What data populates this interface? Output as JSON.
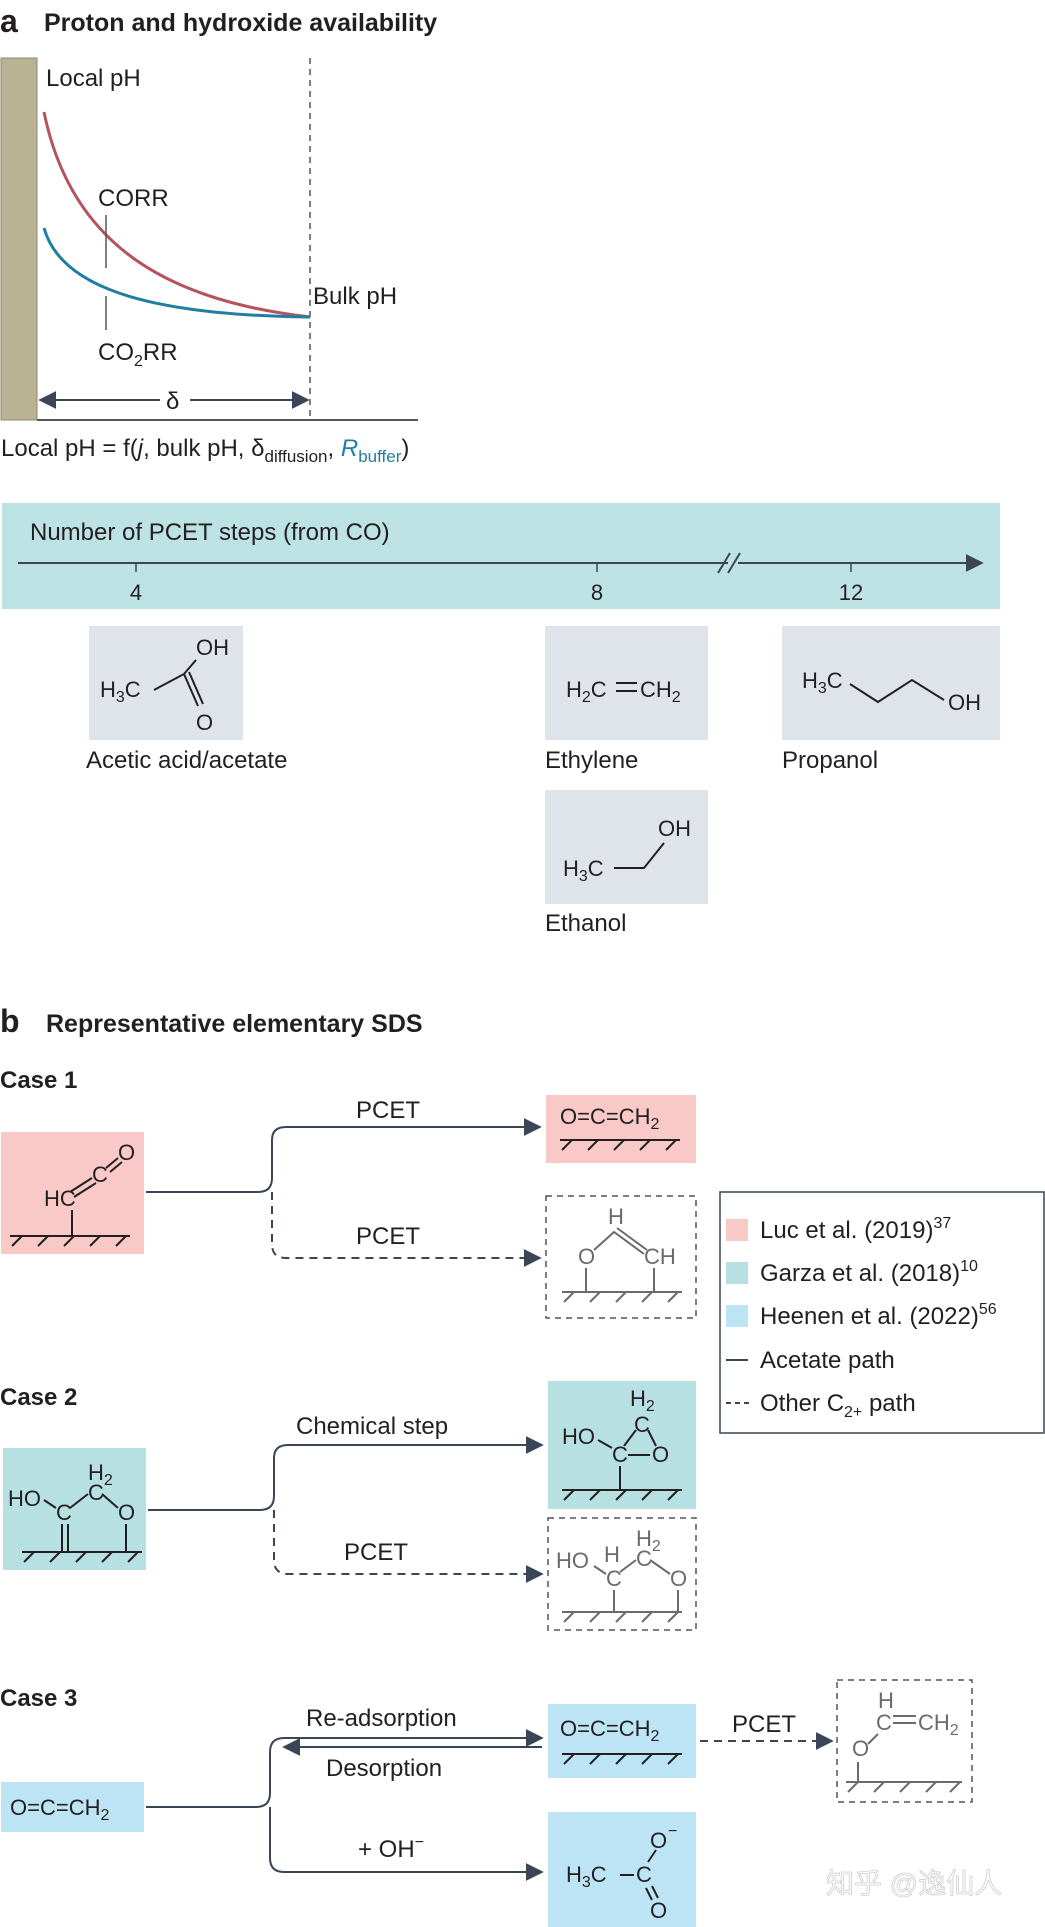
{
  "panel_a": {
    "letter": "a",
    "title": "Proton and hydroxide availability",
    "plot": {
      "local_ph": "Local pH",
      "corr": "CORR",
      "co2rr_a": "CO",
      "co2rr_sub": "2",
      "co2rr_b": "RR",
      "bulk_ph": "Bulk pH",
      "delta": "δ"
    },
    "equation": {
      "a": "Local pH = f(",
      "j": "j",
      "b": ", bulk pH, δ",
      "sub_diffusion": "diffusion",
      "c": ", ",
      "r": "R",
      "sub_buffer": "buffer",
      "d": ")"
    },
    "pcet_axis": {
      "label": "Number of PCET steps (from CO)",
      "ticks": [
        "4",
        "8",
        "12"
      ]
    },
    "products": {
      "acetic": {
        "name": "Acetic acid/acetate",
        "oh": "OH",
        "h3c": "H",
        "h3c_sub": "3",
        "c": "C",
        "o": "O"
      },
      "ethylene": {
        "name": "Ethylene",
        "formula": "H2C=CH2",
        "h": "H",
        "s2": "2",
        "c": "C",
        "ch": "CH"
      },
      "propanol": {
        "name": "Propanol",
        "h": "H",
        "s3": "3",
        "c": "C",
        "oh": "OH"
      },
      "ethanol": {
        "name": "Ethanol",
        "oh": "OH",
        "h": "H",
        "s3": "3",
        "c": "C"
      }
    }
  },
  "panel_b": {
    "letter": "b",
    "title": "Representative elementary SDS",
    "case1": {
      "label": "Case 1",
      "top_step": "PCET",
      "bottom_step": "PCET",
      "product_top": "O=C=CH",
      "product_top_sub": "2",
      "reactant": {
        "hc": "HC",
        "c": "C",
        "o": "O"
      },
      "product_bottom": {
        "h": "H",
        "o": "O",
        "ch": "CH"
      }
    },
    "case2": {
      "label": "Case 2",
      "top_step": "Chemical step",
      "bottom_step": "PCET",
      "reactant": {
        "h2": "H",
        "s2": "2",
        "ho": "HO",
        "c1": "C",
        "c2": "C",
        "o": "O"
      },
      "product_top": {
        "h2": "H",
        "s2": "2",
        "ho": "HO",
        "c1": "C",
        "c2": "C",
        "o": "O"
      },
      "product_bottom": {
        "h2": "H",
        "s2": "2",
        "ho": "HO",
        "h": "H",
        "c1": "C",
        "c2": "C",
        "o": "O"
      }
    },
    "case3": {
      "label": "Case 3",
      "reactant": "O=C=CH",
      "reactant_sub": "2",
      "readsorption": "Re-adsorption",
      "desorption": "Desorption",
      "pcet": "PCET",
      "oh": "+ OH",
      "oh_sup": "−",
      "adsorbed": "O=C=CH",
      "adsorbed_sub": "2",
      "far_product": {
        "h": "H",
        "c": "C",
        "ch": "CH",
        "s2": "2",
        "o": "O"
      },
      "acetate": {
        "h": "H",
        "s3": "3",
        "c": "C",
        "o_top": "O",
        "minus": "−",
        "o_bot": "O"
      }
    },
    "legend": {
      "items": [
        {
          "label": "Luc et al. (2019)",
          "ref": "37",
          "color": "#f8c9c6"
        },
        {
          "label": "Garza et al. (2018)",
          "ref": "10",
          "color": "#b7e0e2"
        },
        {
          "label": "Heenen et al. (2022)",
          "ref": "56",
          "color": "#bde4f5"
        }
      ],
      "acetate_path": "Acetate path",
      "other_path_a": "Other C",
      "other_path_sub": "2+",
      "other_path_b": " path"
    }
  },
  "watermark": "知乎 @逸仙人",
  "colors": {
    "electrode": "#b9b394",
    "corr_curve": "#b5545f",
    "co2rr_curve": "#1f7ea1",
    "axis_band": "#bde2e4",
    "molecule_box": "#dfe3ea",
    "pink": "#f8c9c6",
    "teal": "#b7e0e2",
    "lightblue": "#bde4f5",
    "arrow": "#3a4556"
  }
}
